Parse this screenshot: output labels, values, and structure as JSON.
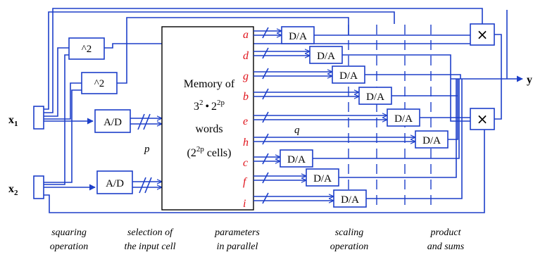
{
  "memory": {
    "line1": "Memory of",
    "base_a": "3",
    "exp_a": "2",
    "dot": "•",
    "base_b": "2",
    "exp_b": "2p",
    "line3": "words",
    "paren_open": "(2",
    "paren_exp": "2p",
    "paren_rest": " cells)"
  },
  "blocks": {
    "square": "^2",
    "ad": "A/D",
    "da": "D/A",
    "multiply": "×"
  },
  "parameters": [
    "a",
    "d",
    "g",
    "b",
    "e",
    "h",
    "c",
    "f",
    "i"
  ],
  "inputs": {
    "x1": {
      "base": "x",
      "sub": "1"
    },
    "x2": {
      "base": "x",
      "sub": "2"
    }
  },
  "output": "y",
  "symbols": {
    "p": "p",
    "q": "q"
  },
  "captions": [
    {
      "line1": "squaring",
      "line2": "operation"
    },
    {
      "line1": "selection of",
      "line2": "the input cell"
    },
    {
      "line1": "parameters",
      "line2": "in parallel"
    },
    {
      "line1": "scaling",
      "line2": "operation"
    },
    {
      "line1": "product",
      "line2": "and sums"
    }
  ]
}
